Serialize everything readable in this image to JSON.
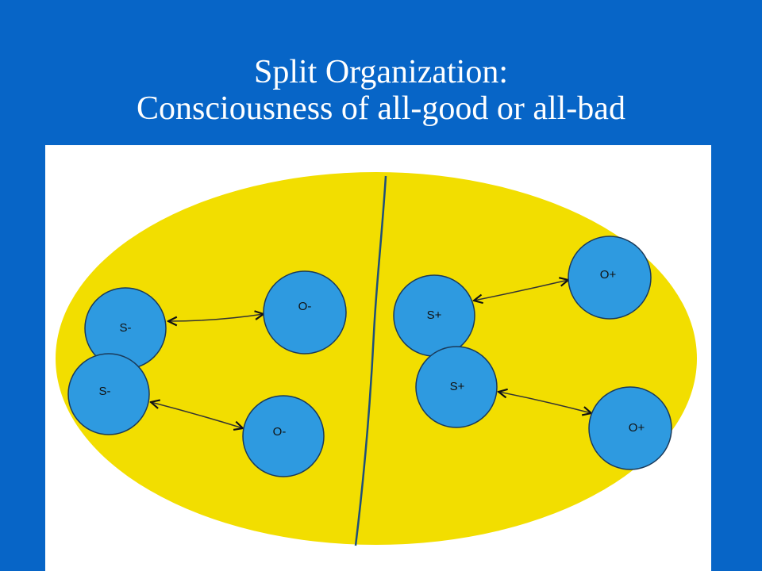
{
  "title": {
    "line1": "Split Organization:",
    "line2": "Consciousness of all-good or all-bad"
  },
  "colors": {
    "background": "#0765c7",
    "panel": "#ffffff",
    "ellipse_fill": "#f2de00",
    "node_fill": "#2e9ae0",
    "node_stroke": "#1a3a5a"
  },
  "diagram": {
    "nodes": [
      {
        "id": "s-minus-1",
        "label": "S-"
      },
      {
        "id": "o-minus-1",
        "label": "O-"
      },
      {
        "id": "s-minus-2",
        "label": "S-"
      },
      {
        "id": "o-minus-2",
        "label": "O-"
      },
      {
        "id": "s-plus-1",
        "label": "S+"
      },
      {
        "id": "o-plus-1",
        "label": "O+"
      },
      {
        "id": "s-plus-2",
        "label": "S+"
      },
      {
        "id": "o-plus-2",
        "label": "O+"
      }
    ],
    "links": [
      {
        "from": "s-minus-1",
        "to": "o-minus-1",
        "direction": "both"
      },
      {
        "from": "s-minus-2",
        "to": "o-minus-2",
        "direction": "both"
      },
      {
        "from": "s-plus-1",
        "to": "o-plus-1",
        "direction": "both"
      },
      {
        "from": "s-plus-2",
        "to": "o-plus-2",
        "direction": "both"
      }
    ]
  }
}
